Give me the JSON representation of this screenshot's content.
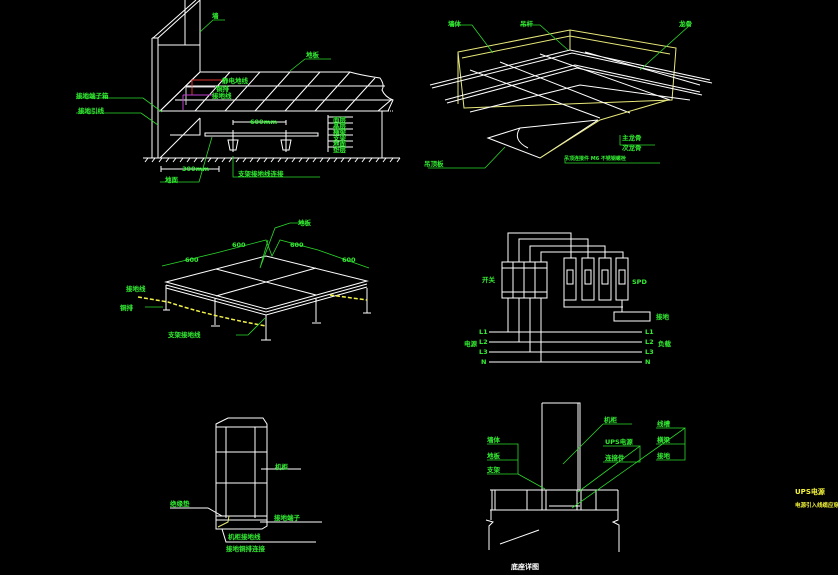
{
  "drawings": {
    "floor_section": {
      "labels": [
        "墙",
        "地板",
        "静电地线",
        "铜排",
        "接地线",
        "接地端子箱",
        "接地引线",
        "600mm",
        "300mm",
        "地面",
        "支架接地线连接"
      ],
      "stack": [
        "面层",
        "基层",
        "横梁",
        "支架",
        "地面",
        "垫层"
      ]
    },
    "ceiling_grid": {
      "labels": [
        "墙体",
        "吊杆",
        "龙骨",
        "吊顶板",
        "主龙骨",
        "次龙骨",
        "吊顶连接件 M6 不锈钢螺栓"
      ]
    },
    "raised_floor": {
      "labels": [
        "地板",
        "600",
        "600",
        "600",
        "600",
        "接地线",
        "铜排",
        "支架接地线"
      ]
    },
    "wiring": {
      "labels": [
        "开关",
        "SPD",
        "接地",
        "电源",
        "负载",
        "L1",
        "L2",
        "L3",
        "N",
        "L1",
        "L2",
        "L3",
        "N"
      ]
    },
    "cabinet": {
      "labels": [
        "机柜",
        "绝缘垫",
        "接地端子",
        "机柜接地线",
        "接地铜排连接"
      ]
    },
    "column_detail": {
      "labels": [
        "墙体",
        "地板",
        "支架",
        "机柜",
        "UPS电源",
        "连接件",
        "线槽",
        "横梁",
        "接地"
      ],
      "title": "底座详图"
    }
  },
  "notes": {
    "ups_title": "UPS电源",
    "ups_note": "电源引入线缆应穿管保护"
  },
  "colors": {
    "background": "#000000",
    "line": "#ffffff",
    "label": "#2bd92b",
    "note": "#f4f43a"
  }
}
